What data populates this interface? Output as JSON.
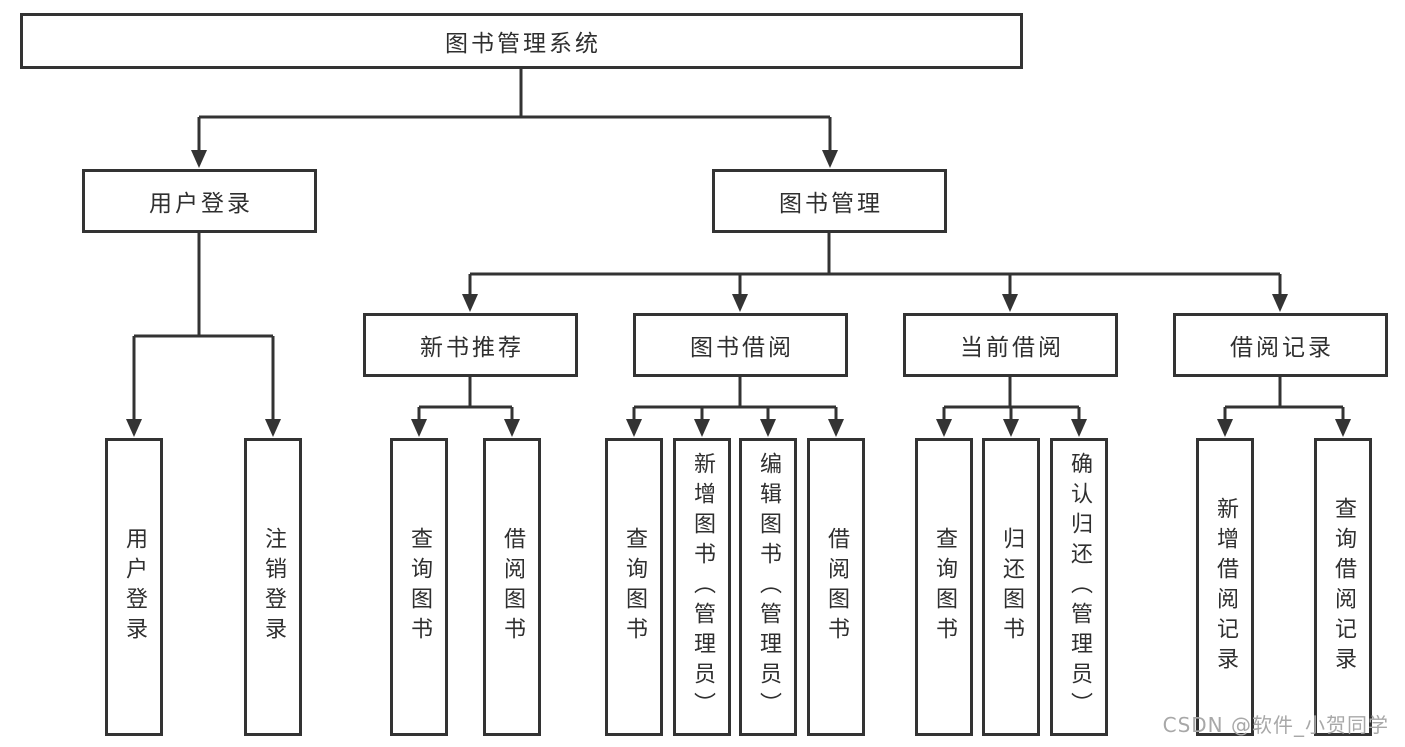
{
  "colors": {
    "line": "#333333",
    "text": "#2f2f2f",
    "box_background": "#ffffff",
    "watermark": "#a8a8a8"
  },
  "watermark": {
    "text": "CSDN @软件_小贺同学"
  },
  "tree": {
    "root": {
      "label": "图书管理系统"
    },
    "branches": [
      {
        "label": "用户登录",
        "children": [
          {
            "label": "用户登录"
          },
          {
            "label": "注销登录"
          }
        ]
      },
      {
        "label": "图书管理",
        "children": [
          {
            "label": "新书推荐",
            "children": [
              {
                "label": "查询图书"
              },
              {
                "label": "借阅图书"
              }
            ]
          },
          {
            "label": "图书借阅",
            "children": [
              {
                "label": "查询图书"
              },
              {
                "label": "新增图书（管理员）"
              },
              {
                "label": "编辑图书（管理员）"
              },
              {
                "label": "借阅图书"
              }
            ]
          },
          {
            "label": "当前借阅",
            "children": [
              {
                "label": "查询图书"
              },
              {
                "label": "归还图书"
              },
              {
                "label": "确认归还（管理员）"
              }
            ]
          },
          {
            "label": "借阅记录",
            "children": [
              {
                "label": "新增借阅记录"
              },
              {
                "label": "查询借阅记录"
              }
            ]
          }
        ]
      }
    ]
  }
}
